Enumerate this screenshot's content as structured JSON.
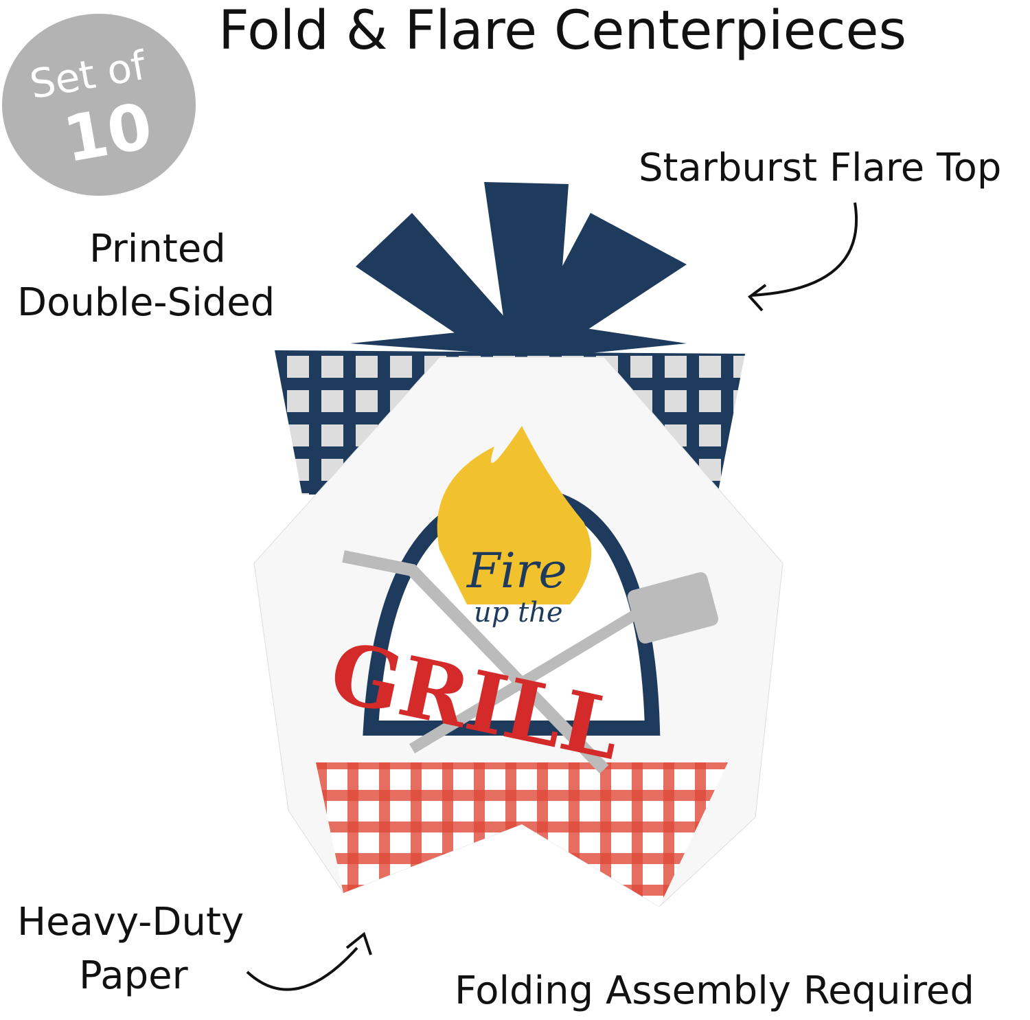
{
  "title": "Fold & Flare Centerpieces",
  "badge": {
    "line1": "Set of",
    "line2": "10"
  },
  "labels": {
    "starburst": "Starburst Flare Top",
    "printed1": "Printed",
    "printed2": "Double-Sided",
    "heavy1": "Heavy-Duty",
    "heavy2": "Paper",
    "folding": "Folding Assembly Required"
  },
  "artwork": {
    "line1": "Fire",
    "line2": "up the",
    "line3": "GRILL"
  },
  "colors": {
    "navy": "#1e3a5c",
    "red": "#d42a2a",
    "yellow": "#f2c22e",
    "gray": "#b3b3b3"
  }
}
